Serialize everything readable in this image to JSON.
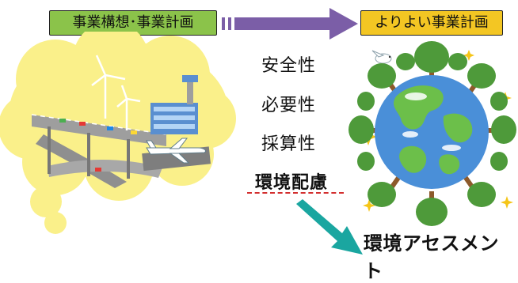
{
  "left_box": {
    "label": "事業構想･事業計画",
    "color": "#8bc34a"
  },
  "right_box": {
    "label": "よりよい事業計画",
    "color": "#f3c623"
  },
  "considerations": [
    "安全性",
    "必要性",
    "採算性",
    "環境配慮"
  ],
  "highlight_color": "#d32f2f",
  "result_label": "環境アセスメント",
  "colors": {
    "arrow_top": "#7b5ea7",
    "arrow_bottom": "#1aa6a0",
    "thought_cloud": "#faf08a",
    "ocean": "#4a8fd8",
    "land": "#6cbf4a"
  },
  "icons": [
    "wind-turbine-icon",
    "airport-icon",
    "airplane-icon",
    "highway-icon",
    "earth-icon",
    "tree-icon",
    "bird-icon",
    "sparkle-icon"
  ]
}
